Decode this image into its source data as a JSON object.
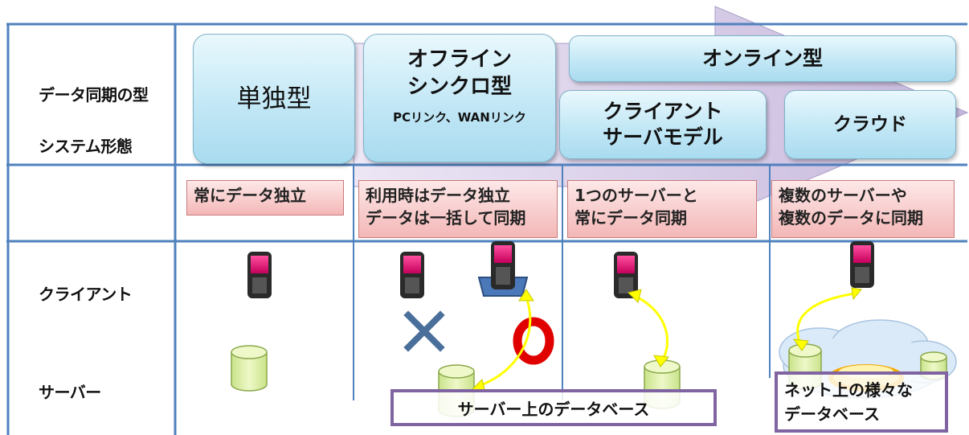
{
  "row_labels": {
    "sync_type": "データ同期の型",
    "system_form": "システム形態",
    "client": "クライアント",
    "server": "サーバー"
  },
  "columns": {
    "standalone": {
      "title": "単独型",
      "description": "常にデータ独立"
    },
    "offline_sync": {
      "title_line1": "オフライン",
      "title_line2": "シンクロ型",
      "subtitle": "PCリンク、WANリンク",
      "description_line1": "利用時はデータ独立",
      "description_line2": "データは一括して同期"
    },
    "online": {
      "title": "オンライン型"
    },
    "client_server": {
      "title_line1": "クライアント",
      "title_line2": "サーバモデル",
      "description_line1": "1つのサーバーと",
      "description_line2": "常にデータ同期"
    },
    "cloud": {
      "title": "クラウド",
      "description_line1": "複数のサーバーや",
      "description_line2": "複数のデータに同期"
    }
  },
  "callouts": {
    "server_db": "サーバー上のデータベース",
    "net_db_line1": "ネット上の様々な",
    "net_db_line2": "データベース"
  },
  "colors": {
    "grid_line": "#4f81bd",
    "header_box": "#bfe6f5",
    "description_box": "#f4b7b7",
    "arrow": "#ccc0da",
    "sync_arrow": "#ffff00",
    "cylinder": "#ddf0a8",
    "cross": "#4a6f9a",
    "circle": "#e00000",
    "callout_border": "#8064a2"
  },
  "icons": [
    "phone-icon",
    "database-cylinder-icon",
    "cradle-icon",
    "cloud-icon",
    "cross-mark-icon",
    "circle-mark-icon"
  ]
}
